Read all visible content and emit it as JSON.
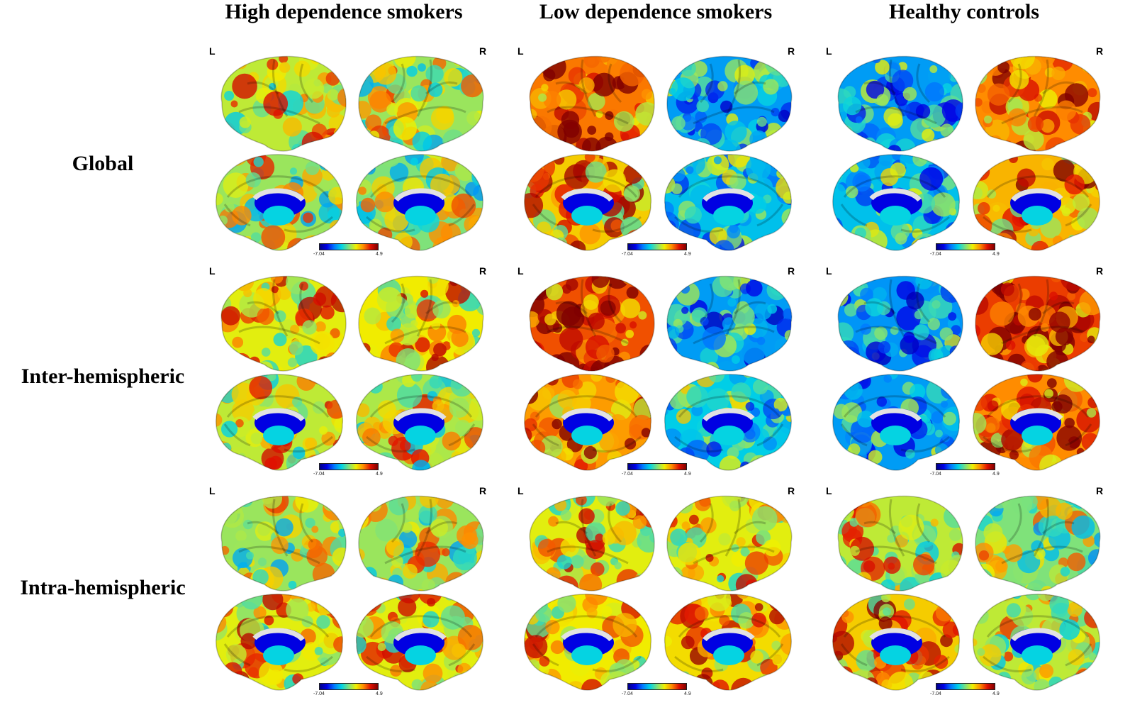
{
  "columns": [
    {
      "title": "High dependence smokers"
    },
    {
      "title": "Low dependence smokers"
    },
    {
      "title": "Healthy controls"
    }
  ],
  "rows": [
    {
      "title": "Global"
    },
    {
      "title": "Inter-hemispheric"
    },
    {
      "title": "Intra-hemispheric"
    }
  ],
  "hemisphere_labels": {
    "left": "L",
    "right": "R"
  },
  "colorbar": {
    "min": "-7.04",
    "max": "4.9"
  },
  "colormap": [
    "#000085",
    "#0000e6",
    "#0078ff",
    "#00d2e6",
    "#7fe27a",
    "#f0f000",
    "#ff8c00",
    "#e01000",
    "#800000"
  ],
  "maps": [
    [
      {
        "lat_left": 0.62,
        "lat_right": 0.58,
        "med_left": 0.58,
        "med_right": 0.55
      },
      {
        "lat_left": 0.82,
        "lat_right": 0.35,
        "med_left": 0.72,
        "med_right": 0.4
      },
      {
        "lat_left": 0.35,
        "lat_right": 0.8,
        "med_left": 0.4,
        "med_right": 0.75
      }
    ],
    [
      {
        "lat_left": 0.66,
        "lat_right": 0.68,
        "med_left": 0.62,
        "med_right": 0.6
      },
      {
        "lat_left": 0.86,
        "lat_right": 0.35,
        "med_left": 0.78,
        "med_right": 0.42
      },
      {
        "lat_left": 0.34,
        "lat_right": 0.88,
        "med_left": 0.35,
        "med_right": 0.8
      }
    ],
    [
      {
        "lat_left": 0.58,
        "lat_right": 0.58,
        "med_left": 0.66,
        "med_right": 0.66
      },
      {
        "lat_left": 0.66,
        "lat_right": 0.66,
        "med_left": 0.68,
        "med_right": 0.7
      },
      {
        "lat_left": 0.62,
        "lat_right": 0.55,
        "med_left": 0.72,
        "med_right": 0.62
      }
    ]
  ]
}
